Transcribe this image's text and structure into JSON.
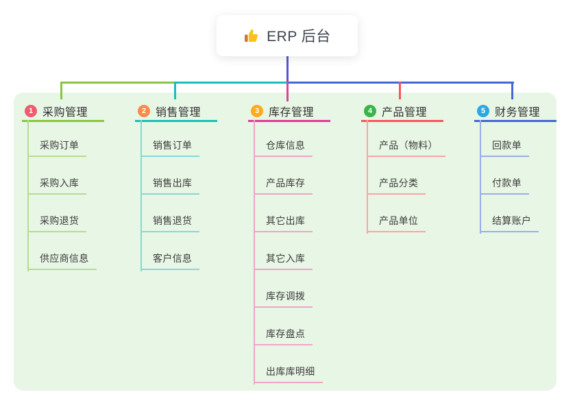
{
  "root": {
    "icon": "thumbs-up-icon",
    "label": "ERP 后台"
  },
  "connectors": {
    "root_line_color": "#5254d3",
    "branch3_drop_color": "#d6459b"
  },
  "panel_color": "#e8f6e5",
  "branches": [
    {
      "num": "1",
      "label": "采购管理",
      "badge_color": "#f25b6f",
      "line_color": "#89c540",
      "child_line_color": "#b6dc90",
      "children": [
        "采购订单",
        "采购入库",
        "采购退货",
        "供应商信息"
      ]
    },
    {
      "num": "2",
      "label": "销售管理",
      "badge_color": "#f98b4a",
      "line_color": "#18beb8",
      "child_line_color": "#85d9d3",
      "children": [
        "销售订单",
        "销售出库",
        "销售退货",
        "客户信息"
      ]
    },
    {
      "num": "3",
      "label": "库存管理",
      "badge_color": "#fbac1b",
      "line_color": "#e03a97",
      "child_line_color": "#f2a2c9",
      "children": [
        "仓库信息",
        "产品库存",
        "其它出库",
        "其它入库",
        "库存调拨",
        "库存盘点",
        "出库库明细"
      ]
    },
    {
      "num": "4",
      "label": "产品管理",
      "badge_color": "#39b44a",
      "line_color": "#f8545e",
      "child_line_color": "#faa3a8",
      "children": [
        "产品（物料）",
        "产品分类",
        "产品单位"
      ]
    },
    {
      "num": "5",
      "label": "财务管理",
      "badge_color": "#29a9e1",
      "line_color": "#4365d9",
      "child_line_color": "#97aeeb",
      "children": [
        "回款单",
        "付款单",
        "结算账户"
      ]
    }
  ]
}
